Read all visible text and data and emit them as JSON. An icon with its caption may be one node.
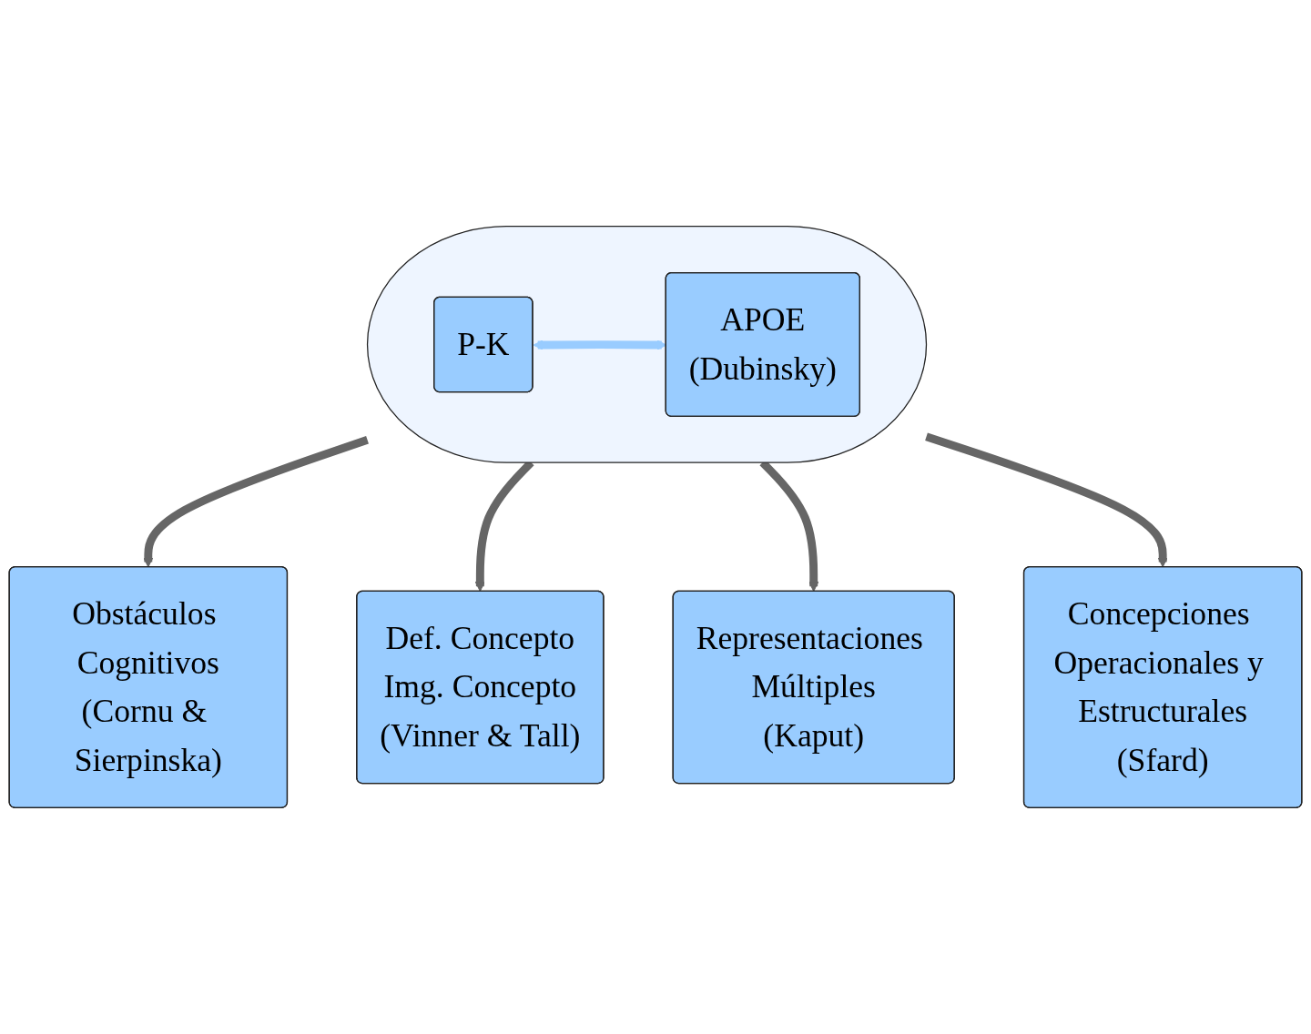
{
  "diagram": {
    "nodes": [
      {
        "text": [
          "Obstáculos Cognitivos",
          "(Cornu & Sierpinska)"
        ]
      },
      {
        "text": [
          "Def. Concepto",
          "Img. Concepto",
          "(Vinner & Tall)"
        ]
      },
      {
        "text": [],
        "shape": "cloud"
      },
      {
        "text": [
          "P-K"
        ],
        "in": 2
      },
      {
        "text": [
          "APOE",
          "(Dubinsky)"
        ],
        "in": 2
      },
      {
        "text": [
          "Representaciones Múltiples",
          "(Kaput)"
        ]
      },
      {
        "text": [
          "Concepciones Operacionales y Estructurales",
          "(Sfard)"
        ]
      }
    ],
    "edges": [
      {
        "from": 3,
        "to": 4,
        "arrow": "both",
        "color": "#99ccff"
      },
      {
        "from": 2,
        "to": 0,
        "arrow": "to"
      },
      {
        "from": 2,
        "to": 1,
        "arrow": "to"
      },
      {
        "from": 2,
        "to": 5,
        "arrow": "to"
      },
      {
        "from": 2,
        "to": 6,
        "arrow": "to"
      }
    ]
  }
}
